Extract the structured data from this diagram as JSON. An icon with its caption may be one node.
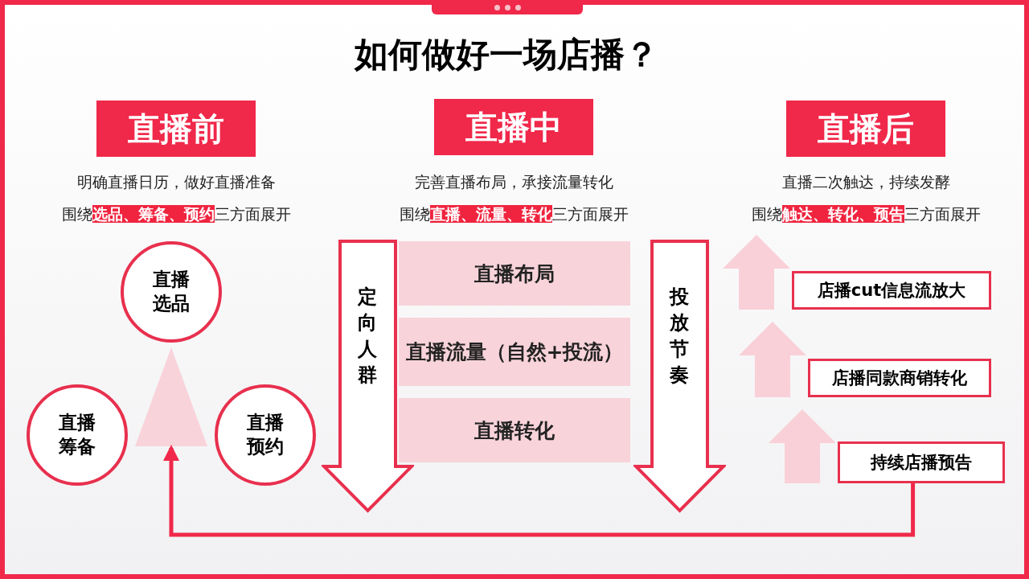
{
  "diagram": {
    "title": "如何做好一场店播？",
    "nodes": [
      {
        "text": [
          "直播前"
        ],
        "beside": [
          "明确直播日历，做好直播准备"
        ]
      },
      {
        "text": [
          "直播中"
        ],
        "beside": [
          "完善直播布局，承接流量转化"
        ]
      },
      {
        "text": [
          "直播后"
        ],
        "beside": [
          "直播二次触达，持续发酵"
        ]
      },
      {
        "text": [],
        "shape": "triangle"
      },
      {
        "text": [
          "直播选品"
        ]
      },
      {
        "text": [
          "直播筹备"
        ]
      },
      {
        "text": [
          "直播预约"
        ]
      },
      {
        "text": [
          "直播布局"
        ]
      },
      {
        "text": [
          "直播流量（自然+投流）"
        ]
      },
      {
        "text": [
          "直播转化"
        ]
      },
      {
        "text": [
          "定向人群"
        ]
      },
      {
        "text": [
          "投放节奏"
        ]
      },
      {
        "text": [
          "店播cut信息流放大"
        ]
      },
      {
        "text": [
          "店播同款商销转化"
        ]
      },
      {
        "text": [
          "持续店播预告"
        ]
      }
    ],
    "edges": [
      {
        "from": 14,
        "to": 3,
        "arrow": "to"
      },
      {
        "from": 12,
        "to": null,
        "arrow": "to",
        "style": "thick",
        "color": "#f9c9d1"
      },
      {
        "from": 13,
        "to": 12,
        "arrow": "to",
        "style": "thick",
        "color": "#f9c9d1"
      },
      {
        "from": 14,
        "to": 13,
        "arrow": "to",
        "style": "thick",
        "color": "#f9c9d1"
      }
    ],
    "labels": [
      "围绕**选品、筹备、预约**三方面展开",
      "围绕**直播、流量、转化**三方面展开",
      "围绕**触达、转化、预告**三方面展开"
    ]
  }
}
